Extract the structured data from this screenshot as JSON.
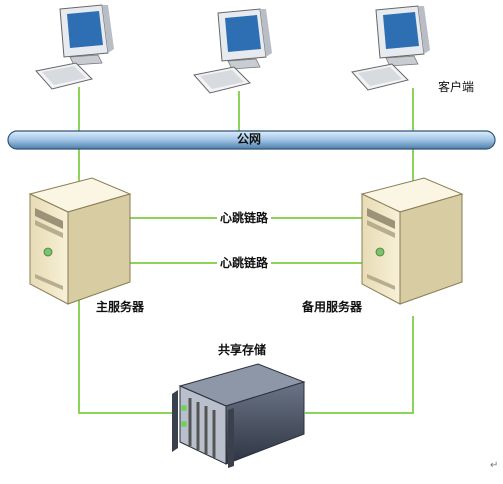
{
  "labels": {
    "client": "客户端",
    "public_network": "公网",
    "heartbeat_1": "心跳链路",
    "heartbeat_2": "心跳链路",
    "primary_server": "主服务器",
    "backup_server": "备用服务器",
    "shared_storage": "共享存储"
  },
  "colors": {
    "link_line": "#8cd35a",
    "bus_fill": "#9fc3e6",
    "bus_stroke": "#2f5577",
    "server_body": "#f0e6c4",
    "storage_body": "#4a5366"
  },
  "icons": [
    "desktop-computer-icon",
    "tower-server-icon",
    "storage-array-icon"
  ]
}
